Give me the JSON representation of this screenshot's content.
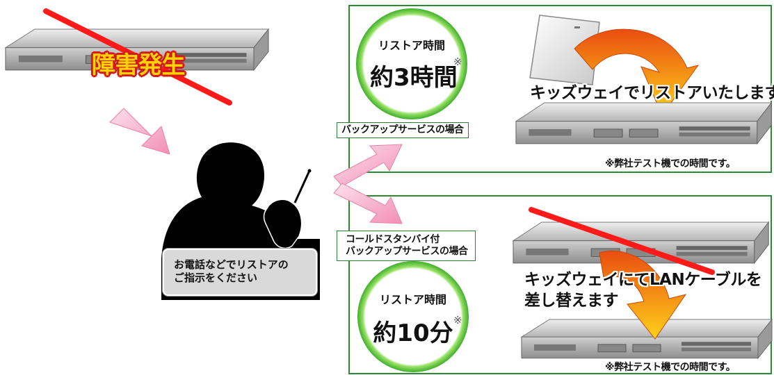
{
  "failure_label": "障害発生",
  "speech_text": [
    "お電話などでリストアの",
    "ご指示をください"
  ],
  "top_panel": {
    "tag": "バックアップサービスの場合",
    "circle_title": "リストア時間",
    "circle_value": "約3時間",
    "asterisk": "※",
    "caption": "キッズウェイでリストアいたします",
    "note": "※弊社テスト機での時間です。"
  },
  "bottom_panel": {
    "tag_lines": [
      "コールドスタンバイ付",
      "バックアップサービスの場合"
    ],
    "circle_title": "リストア時間",
    "circle_value": "約10分",
    "asterisk": "※",
    "caption_lines": [
      "キッズウェイにてLANケーブルを",
      "差し替えます"
    ],
    "note": "※弊社テスト機での時間です。"
  },
  "colors": {
    "panel_border": "#2d8a34",
    "circle_ring": "#5cc43a",
    "cross_line": "#ff1a1a",
    "pink_arrow": "#f6a9c6",
    "orange_arrow": "#f08a18",
    "failure_text": "#ffd200"
  }
}
